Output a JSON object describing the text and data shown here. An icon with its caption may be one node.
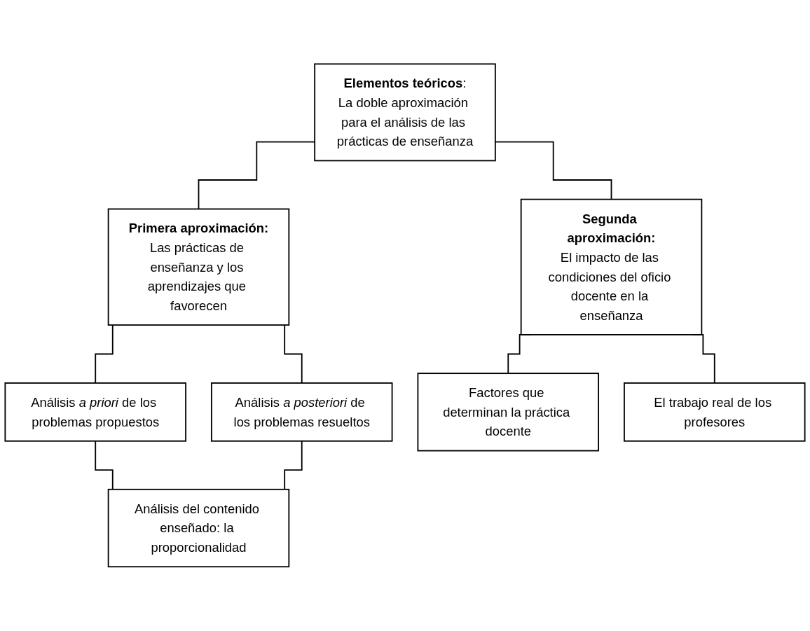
{
  "diagram": {
    "nodes": [
      {
        "text": [
          "**Elementos teóricos**:",
          "La doble aproximación para el análisis de las prácticas de enseñanza"
        ]
      },
      {
        "text": [
          "Primera aproximación:",
          "Las prácticas de enseñanza y los aprendizajes que favorecen"
        ]
      },
      {
        "text": [
          "Segunda aproximación:",
          "El impacto de las condiciones del oficio docente en la enseñanza"
        ]
      },
      {
        "text": [
          "Análisis *a priori* de los problemas propuestos"
        ]
      },
      {
        "text": [
          "Análisis *a posteriori* de los problemas resueltos"
        ]
      },
      {
        "text": [
          "Análisis del contenido enseñado: la proporcionalidad"
        ]
      },
      {
        "text": [
          "Factores que determinan la práctica docente"
        ]
      },
      {
        "text": [
          "El trabajo real de los profesores"
        ]
      }
    ],
    "edges": [
      {
        "from": 0,
        "to": 1,
        "arrow": "none"
      },
      {
        "from": 0,
        "to": 2,
        "arrow": "none"
      },
      {
        "from": 1,
        "to": 3,
        "arrow": "none"
      },
      {
        "from": 1,
        "to": 4,
        "arrow": "none"
      },
      {
        "from": 3,
        "to": 5,
        "arrow": "none"
      },
      {
        "from": 4,
        "to": 5,
        "arrow": "none"
      },
      {
        "from": 2,
        "to": 6,
        "arrow": "none"
      },
      {
        "from": 2,
        "to": 7,
        "arrow": "none"
      }
    ]
  }
}
